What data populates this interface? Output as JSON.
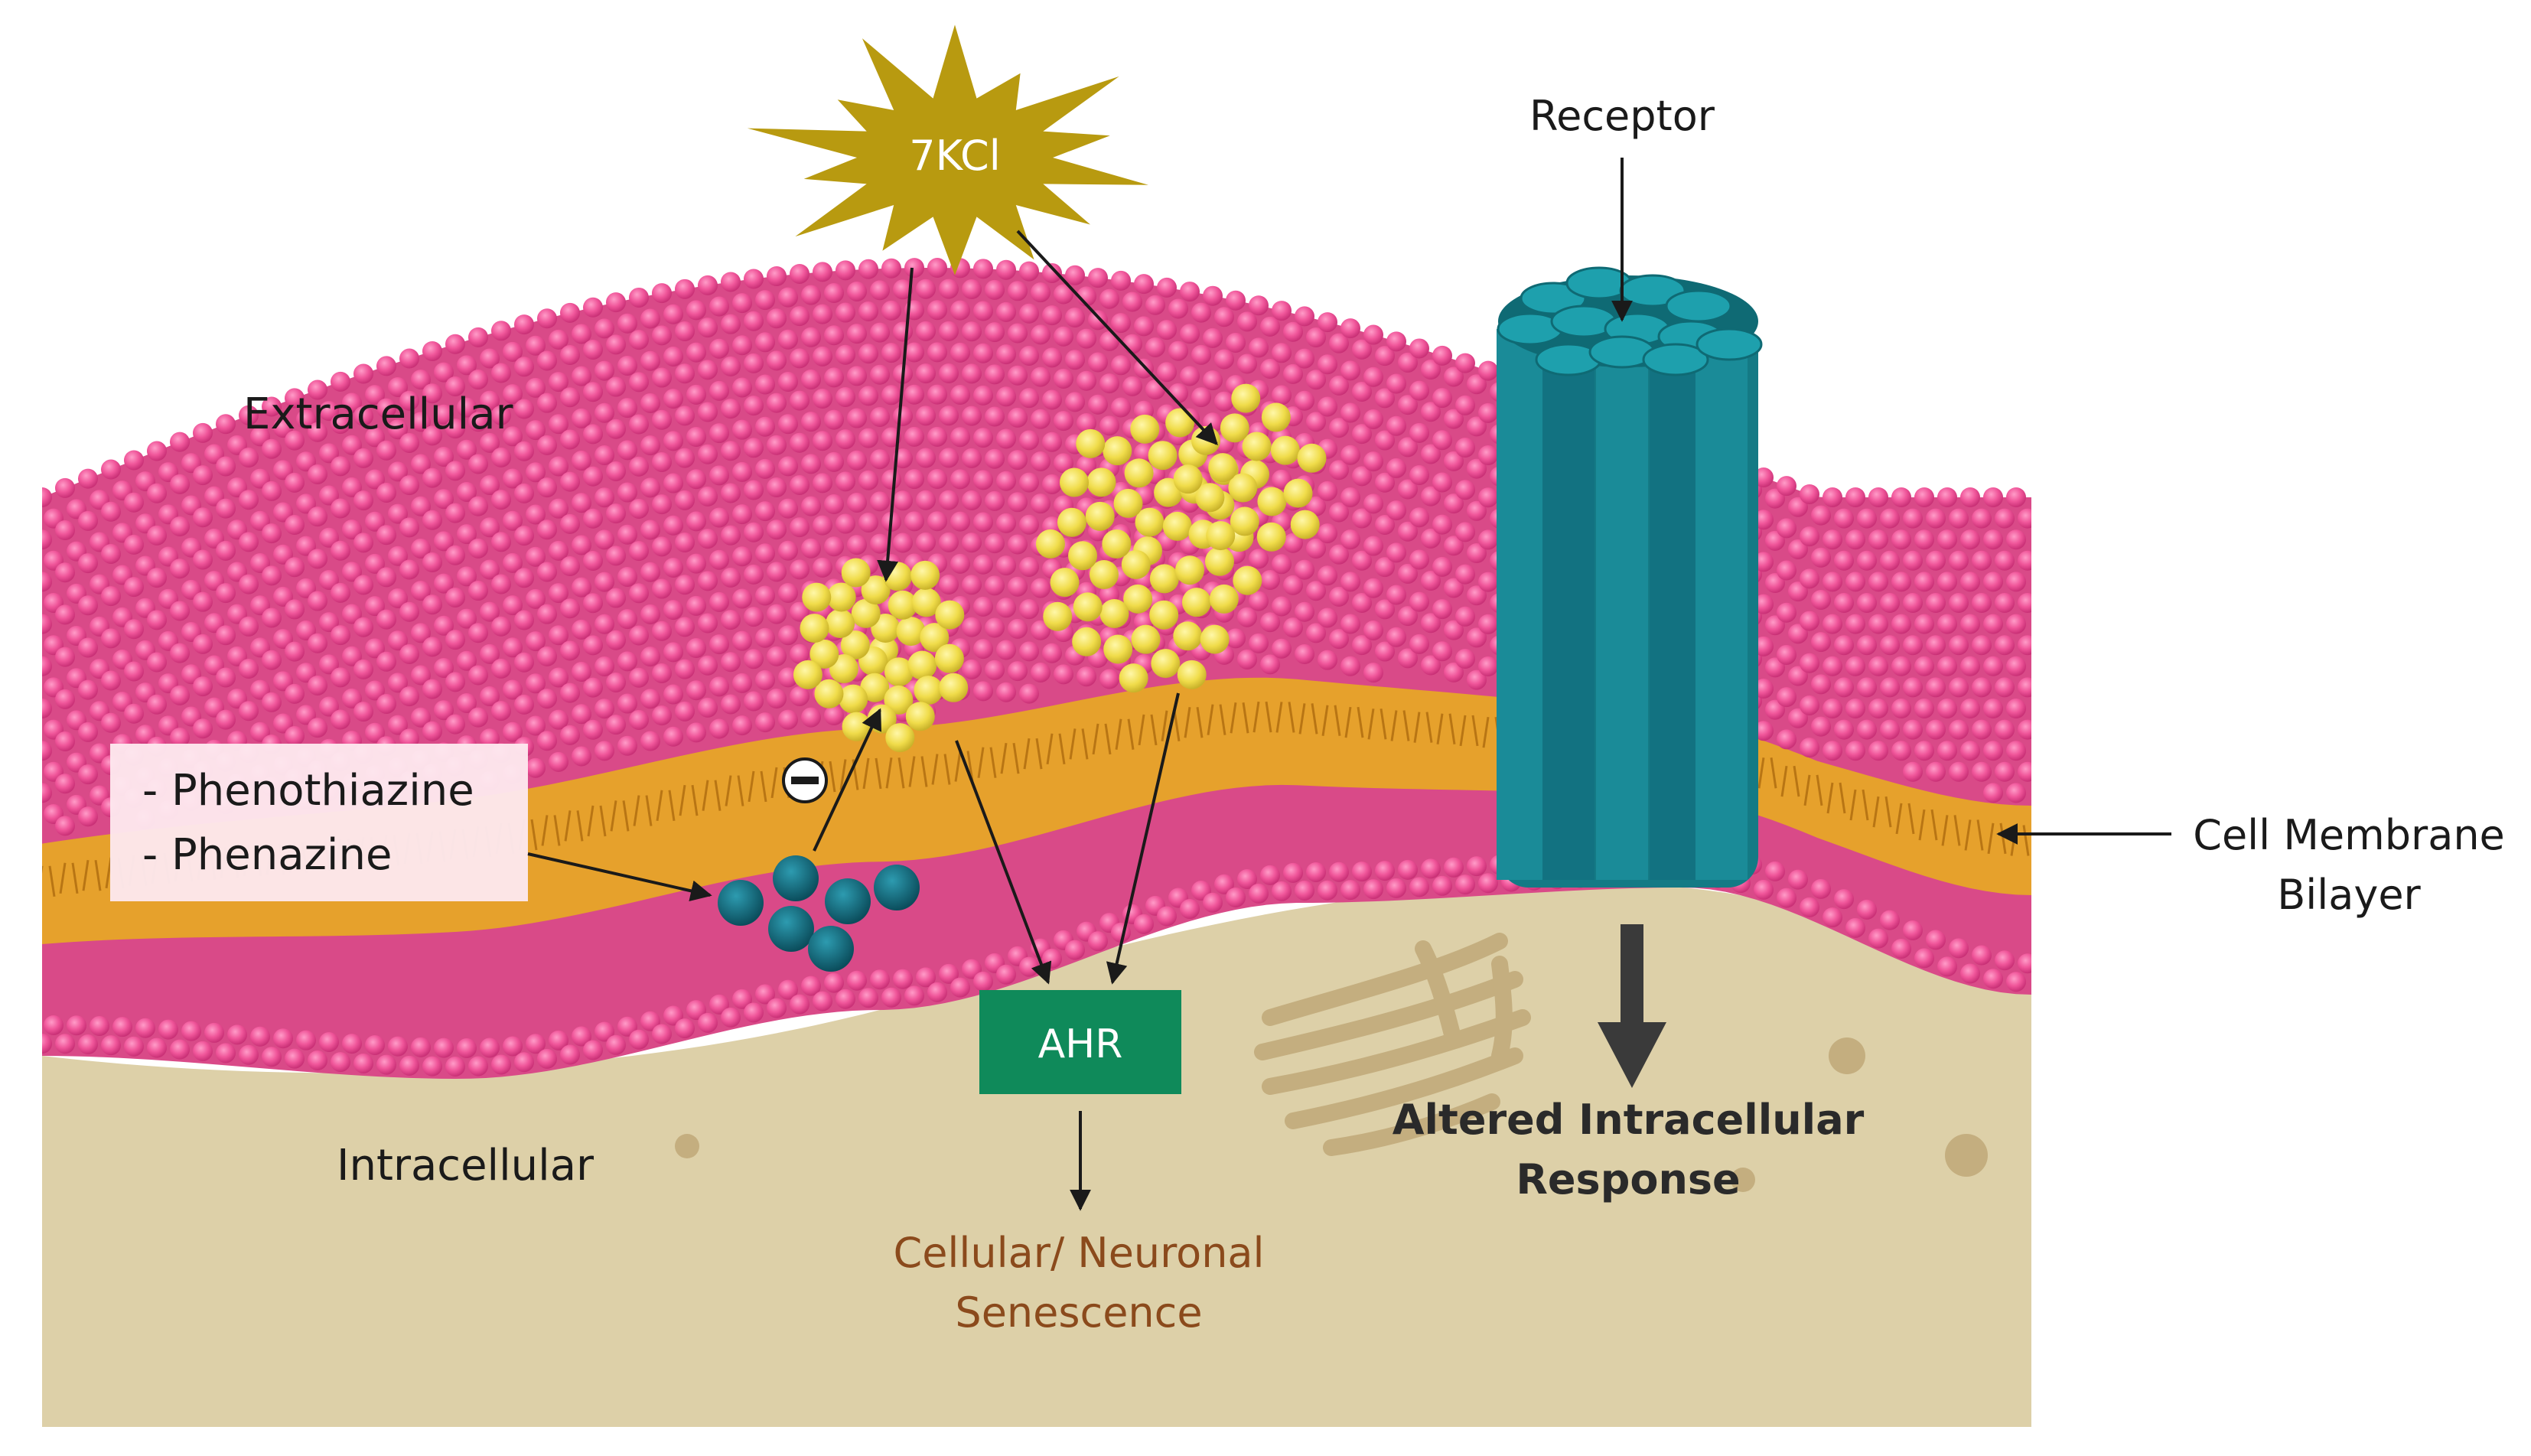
{
  "labels": {
    "stimulus": "7KCl",
    "receptor": "Receptor",
    "extracellular": "Extracellular",
    "intracellular": "Intracellular",
    "membrane_line1": "Cell Membrane",
    "membrane_line2": "Bilayer",
    "inhibitor_1": "- Phenothiazine",
    "inhibitor_2": "- Phenazine",
    "inhibition_symbol": "−",
    "ahr": "AHR",
    "senescence_line1": "Cellular/ Neuronal",
    "senescence_line2": "Senescence",
    "response_line1": "Altered Intracellular",
    "response_line2": "Response"
  },
  "colors": {
    "membrane_head": "#f0569a",
    "membrane_head_shadow": "#c93076",
    "membrane_tail": "#e6a12c",
    "cytoplasm": "#ddd0a8",
    "organelle": "#c4ae7f",
    "lipid_raft": "#f0dc4a",
    "starburst": "#b89a10",
    "receptor": "#147a85",
    "receptor_top": "#1a95a2",
    "ahr_box": "#0f8a5a",
    "inhibitor_molecule": "#12657a",
    "senescence_text": "#8b4a1c",
    "arrow": "#1a1a1a",
    "thick_arrow": "#3a3a3a"
  }
}
